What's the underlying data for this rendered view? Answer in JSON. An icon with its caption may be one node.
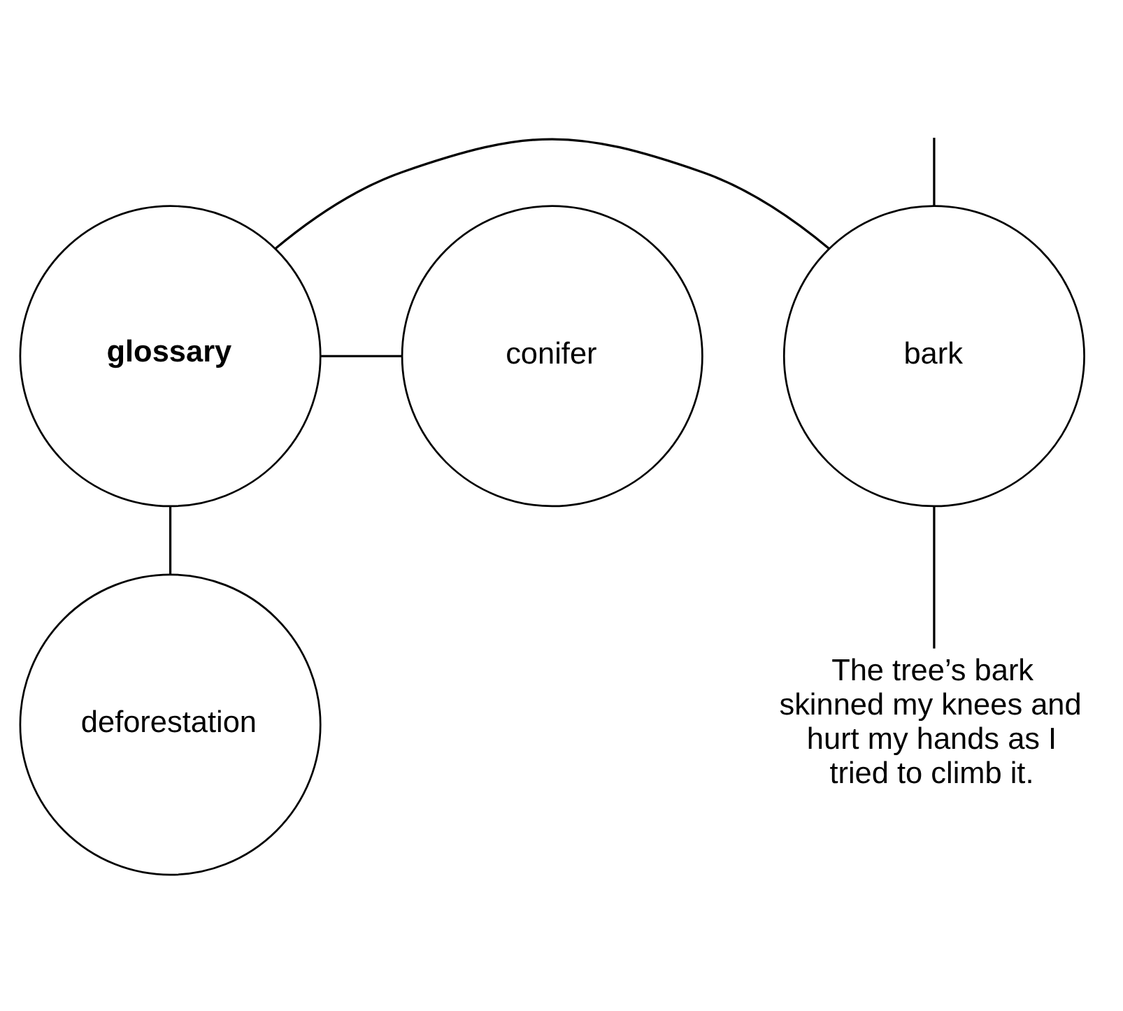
{
  "diagram": {
    "nodes": [
      {
        "text": [
          "glossary"
        ]
      },
      {
        "text": [
          "bark"
        ]
      },
      {
        "text": [
          "conifer"
        ]
      },
      {
        "text": [
          "deforestation"
        ]
      },
      {
        "text": [
          "The tree’s bark skinned my knees and hurt my hands as I tried to climb it."
        ]
      }
    ],
    "edges": [
      {
        "from": 0,
        "to": 1,
        "arrow": "none"
      },
      {
        "from": 0,
        "to": 2,
        "arrow": "none"
      },
      {
        "from": 0,
        "to": 3,
        "arrow": "none"
      },
      {
        "from": 1,
        "to": 4,
        "arrow": "none"
      },
      {
        "from": null,
        "to": 1,
        "arrow": "none"
      }
    ]
  }
}
